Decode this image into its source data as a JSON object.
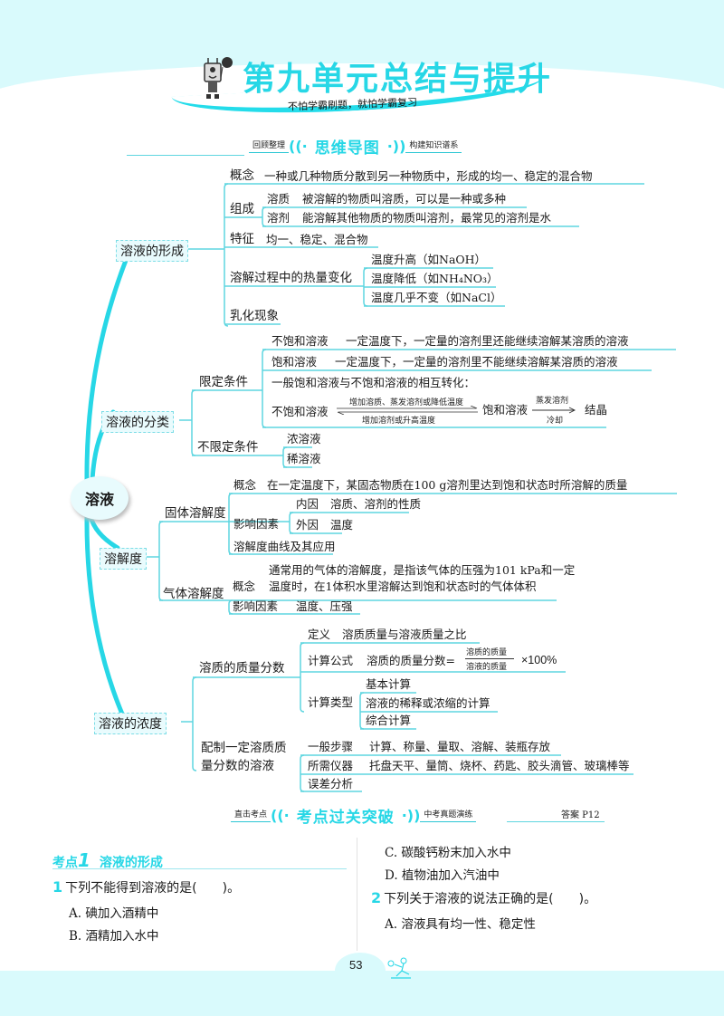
{
  "header": {
    "title": "第九单元总结与提升",
    "subtitle": "不怕学霸刷题，就怕学霸复习",
    "mascot_icon": "robot-mascot-icon"
  },
  "banner1": {
    "left": "回顾整理",
    "main": "思维导图",
    "right": "构建知识谱系"
  },
  "mindmap": {
    "root": "溶液",
    "formation": {
      "label": "溶液的形成",
      "concept_label": "概念",
      "concept_text": "一种或几种物质分散到另一种物质中，形成的均一、稳定的混合物",
      "composition_label": "组成",
      "solute_label": "溶质",
      "solute_text": "被溶解的物质叫溶质，可以是一种或多种",
      "solvent_label": "溶剂",
      "solvent_text": "能溶解其他物质的物质叫溶剂，最常见的溶剂是水",
      "feature_label": "特征",
      "feature_text": "均一、稳定、混合物",
      "heat_label": "溶解过程中的热量变化",
      "heat_items": [
        "温度升高（如NaOH）",
        "温度降低（如NH₄NO₃）",
        "温度几乎不变（如NaCl）"
      ],
      "emulsion": "乳化现象"
    },
    "classification": {
      "label": "溶液的分类",
      "limited_label": "限定条件",
      "unsat_label": "不饱和溶液",
      "unsat_text": "一定温度下，一定量的溶剂里还能继续溶解某溶质的溶液",
      "sat_label": "饱和溶液",
      "sat_text": "一定温度下，一定量的溶剂里不能继续溶解某溶质的溶液",
      "conversion_title": "一般饱和溶液与不饱和溶液的相互转化：",
      "conv_from": "不饱和溶液",
      "conv_arrow_top": "增加溶质、蒸发溶剂或降低温度",
      "conv_arrow_bottom": "增加溶剂或升高温度",
      "conv_to": "饱和溶液",
      "cryst_arrow_top": "蒸发溶剂",
      "cryst_arrow_bottom": "冷却",
      "cryst_result": "结晶",
      "unlimited_label": "不限定条件",
      "unlimited_items": [
        "浓溶液",
        "稀溶液"
      ]
    },
    "solubility": {
      "label": "溶解度",
      "solid_label": "固体溶解度",
      "solid_concept_label": "概念",
      "solid_concept_text": "在一定温度下，某固态物质在100 g溶剂里达到饱和状态时所溶解的质量",
      "factors_label": "影响因素",
      "internal_label": "内因",
      "internal_text": "溶质、溶剂的性质",
      "external_label": "外因",
      "external_text": "温度",
      "curve": "溶解度曲线及其应用",
      "gas_label": "气体溶解度",
      "gas_concept_label": "概念",
      "gas_concept_line1": "通常用的气体的溶解度，是指该气体的压强为101 kPa和一定",
      "gas_concept_line2": "温度时，在1体积水里溶解达到饱和状态时的气体体积",
      "gas_factors_label": "影响因素",
      "gas_factors_text": "温度、压强"
    },
    "concentration": {
      "label": "溶液的浓度",
      "mass_fraction_label": "溶质的质量分数",
      "definition_label": "定义",
      "definition_text": "溶质质量与溶液质量之比",
      "formula_label": "计算公式",
      "formula_lhs": "溶质的质量分数=",
      "formula_num": "溶质的质量",
      "formula_den": "溶液的质量",
      "formula_mult": "×100%",
      "calc_types_label": "计算类型",
      "calc_types": [
        "基本计算",
        "溶液的稀释或浓缩的计算",
        "综合计算"
      ],
      "prep_label_line1": "配制一定溶质质",
      "prep_label_line2": "量分数的溶液",
      "steps_label": "一般步骤",
      "steps_text": "计算、称量、量取、溶解、装瓶存放",
      "instruments_label": "所需仪器",
      "instruments_text": "托盘天平、量筒、烧杯、药匙、胶头滴管、玻璃棒等",
      "error_label": "误差分析"
    }
  },
  "banner2": {
    "left": "直击考点",
    "main": "考点过关突破",
    "right": "中考真题演练",
    "answer": "答案 P12"
  },
  "exercises": {
    "kp_number": "1",
    "kp_prefix": "考点",
    "kp_title": "溶液的形成",
    "q1": {
      "num": "1",
      "text": "下列不能得到溶液的是(　　)。",
      "options": [
        "A. 碘加入酒精中",
        "B. 酒精加入水中",
        "C. 碳酸钙粉末加入水中",
        "D. 植物油加入汽油中"
      ]
    },
    "q2": {
      "num": "2",
      "text": "下列关于溶液的说法正确的是(　　)。",
      "options": [
        "A. 溶液具有均一性、稳定性"
      ]
    }
  },
  "footer": {
    "page_number": "53",
    "decor_icon": "volleyball-player-icon"
  },
  "colors": {
    "accent": "#27d7e6",
    "line": "#5fd6e0",
    "header_bg": "#d9fafc"
  }
}
